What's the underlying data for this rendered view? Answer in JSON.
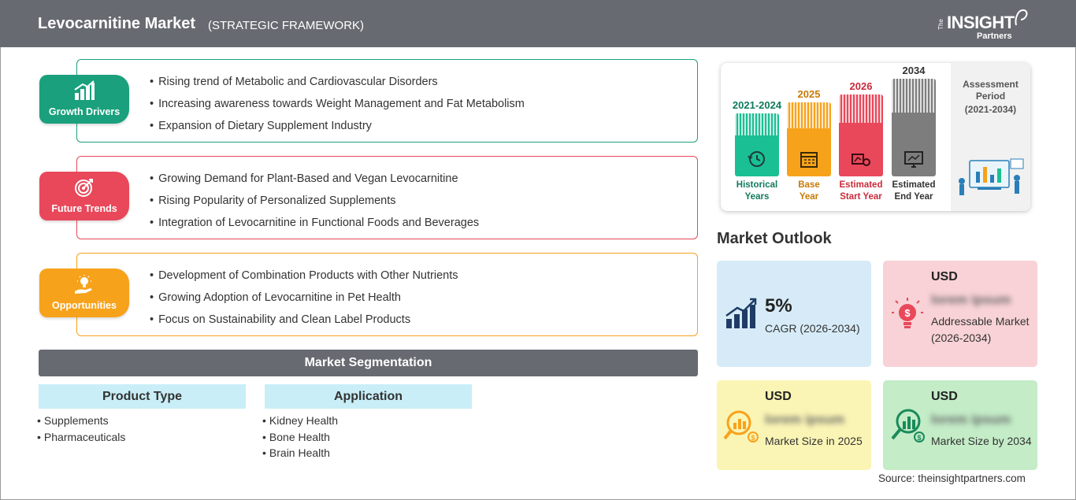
{
  "header": {
    "title": "Levocarnitine Market",
    "subtitle": "(STRATEGIC FRAMEWORK)",
    "logo_the": "The",
    "logo_insight": "INSIGHT",
    "logo_partners": "Partners"
  },
  "framework": [
    {
      "label": "Growth Drivers",
      "color": "#1aa07c",
      "icon": "bar-chart-growth-icon",
      "items": [
        "Rising trend of Metabolic and Cardiovascular Disorders",
        "Increasing awareness towards Weight Management and Fat Metabolism",
        "Expansion of Dietary Supplement Industry"
      ]
    },
    {
      "label": "Future Trends",
      "color": "#e8485a",
      "icon": "target-icon",
      "items": [
        "Growing Demand for Plant-Based and Vegan Levocarnitine",
        "Rising Popularity of Personalized Supplements",
        "Integration of Levocarnitine in Functional Foods and Beverages"
      ]
    },
    {
      "label": "Opportunities",
      "color": "#f7a21b",
      "icon": "lightbulb-hand-icon",
      "items": [
        "Development of Combination Products with Other Nutrients",
        "Growing Adoption of Levocarnitine in Pet Health",
        "Focus on Sustainability and Clean Label Products"
      ]
    }
  ],
  "segmentation": {
    "title": "Market Segmentation",
    "product_type": {
      "heading": "Product Type",
      "items": [
        "Supplements",
        "Pharmaceuticals"
      ]
    },
    "application": {
      "heading": "Application",
      "items": [
        "Kidney Health",
        "Bone Health",
        "Brain Health"
      ]
    }
  },
  "timeline": {
    "columns": [
      {
        "year": "2021-2024",
        "label_line1": "Historical",
        "label_line2": "Years",
        "color": "#1bbf94",
        "year_color": "#0f7a5b",
        "icon": "clock-history-icon"
      },
      {
        "year": "2025",
        "label_line1": "Base",
        "label_line2": "Year",
        "color": "#f7a21b",
        "year_color": "#c77a05",
        "icon": "calendar-icon"
      },
      {
        "year": "2026",
        "label_line1": "Estimated",
        "label_line2": "Start Year",
        "color": "#e8485a",
        "year_color": "#c92a3b",
        "icon": "chart-start-icon"
      },
      {
        "year": "2034",
        "label_line1": "Estimated",
        "label_line2": "End Year",
        "color": "#7d7d7d",
        "year_color": "#333333",
        "icon": "monitor-chart-icon"
      }
    ],
    "assessment_line1": "Assessment",
    "assessment_line2": "Period",
    "assessment_line3": "(2021-2034)"
  },
  "outlook": {
    "title": "Market Outlook",
    "cagr_value": "5%",
    "cagr_label": "CAGR (2026-2034)",
    "addressable_currency": "USD",
    "addressable_value": "lorem ipsum",
    "addressable_label": "Addressable Market (2026-2034)",
    "size2025_currency": "USD",
    "size2025_value": "lorem ipsum",
    "size2025_label": "Market Size in 2025",
    "size2034_currency": "USD",
    "size2034_value": "lorem ipsum",
    "size2034_label": "Market Size by 2034"
  },
  "source": "Source: theinsightpartners.com"
}
